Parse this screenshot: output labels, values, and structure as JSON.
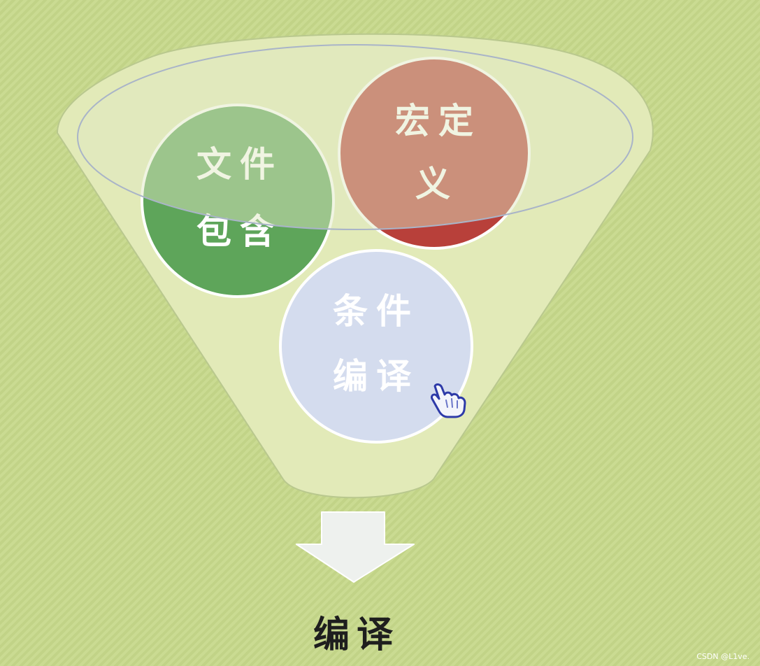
{
  "background_color": "#c6d88a",
  "funnel": {
    "fill": "#e2eab8",
    "rim_fill": "#d2dda8",
    "edge_color": "#b9c88e"
  },
  "circles": [
    {
      "id": "file-include",
      "line1": "文件",
      "line2": "包含",
      "color": "#5ea55a"
    },
    {
      "id": "macro-definition",
      "line1": "宏定",
      "line2": "义",
      "color": "#b8403a"
    },
    {
      "id": "conditional-compilation",
      "line1": "条件",
      "line2": "编译",
      "color": "#d4dcee"
    }
  ],
  "arrow": {
    "icon": "down-arrow-icon",
    "color": "#eef1ee"
  },
  "output_label": "编译",
  "cursor": {
    "icon": "hand-pointer-icon"
  },
  "watermark": "CSDN @L1ve."
}
